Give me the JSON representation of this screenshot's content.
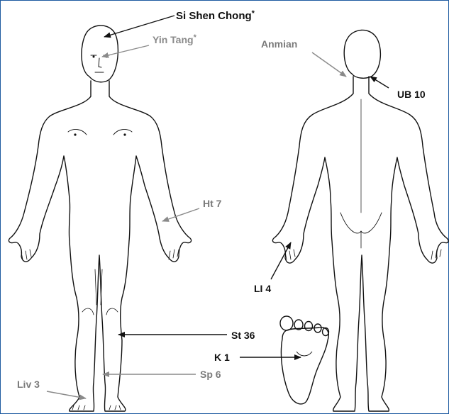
{
  "points": {
    "si_shen_chong": {
      "label": "Si Shen Chong",
      "mark": "*",
      "color": "#111111"
    },
    "yin_tang": {
      "label": "Yin Tang",
      "mark": "*",
      "color": "#8a8a8a"
    },
    "anmian": {
      "label": "Anmian",
      "color": "#7a7a7a"
    },
    "ub10": {
      "label": "UB 10",
      "color": "#111111"
    },
    "ht7": {
      "label": "Ht 7",
      "color": "#7a7a7a"
    },
    "li4": {
      "label": "LI 4",
      "color": "#111111"
    },
    "st36": {
      "label": "St 36",
      "color": "#111111"
    },
    "k1": {
      "label": "K 1",
      "color": "#111111"
    },
    "sp6": {
      "label": "Sp 6",
      "color": "#7a7a7a"
    },
    "liv3": {
      "label": "Liv 3",
      "color": "#7a7a7a"
    }
  },
  "colors": {
    "frame": "#1e5aa0",
    "outline": "#111111"
  }
}
